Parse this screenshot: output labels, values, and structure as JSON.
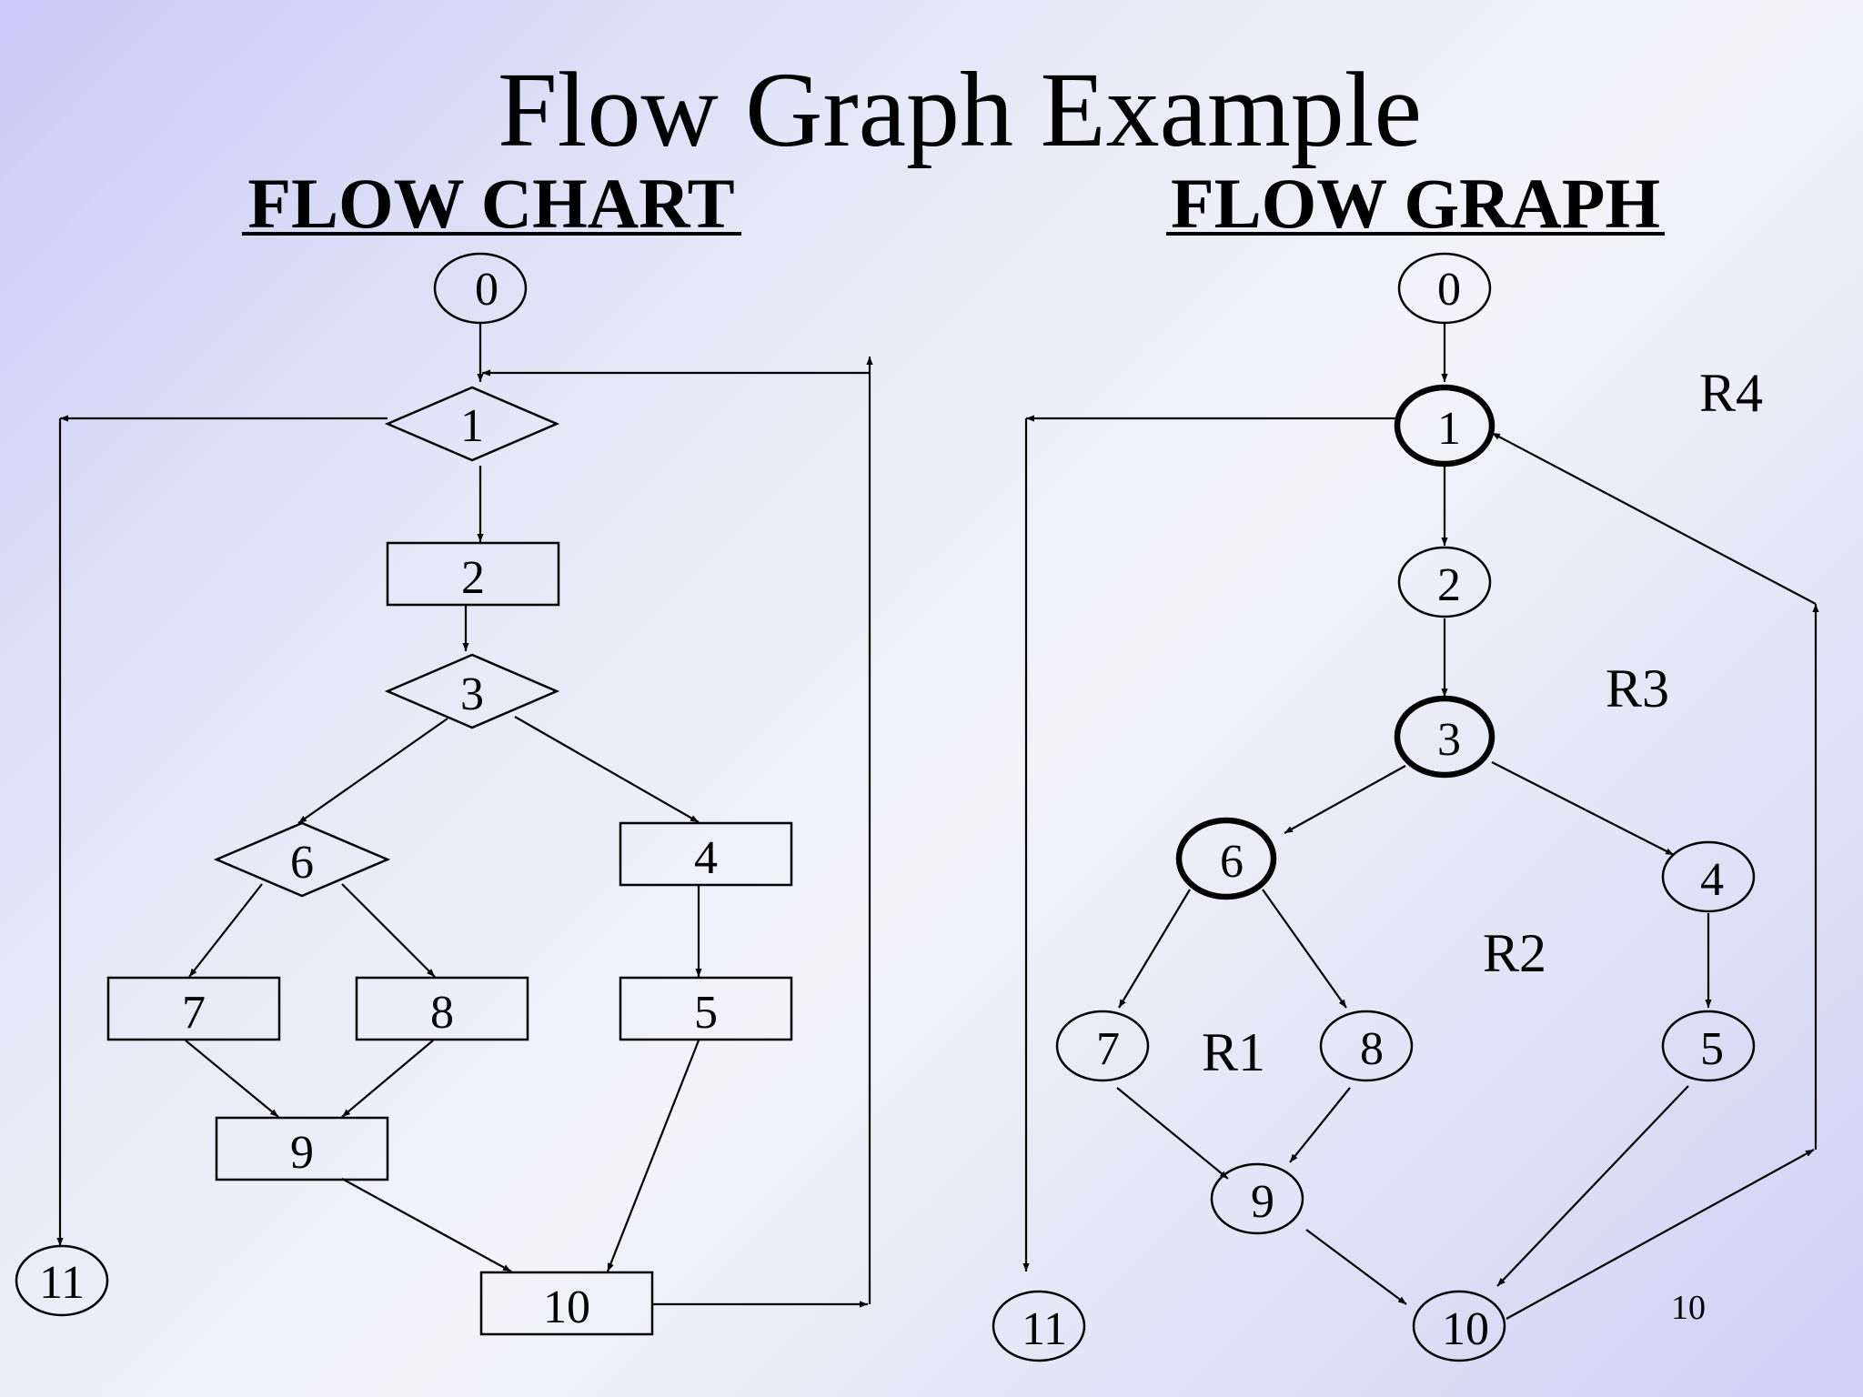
{
  "title": "Flow Graph Example",
  "flow_chart": {
    "heading": "FLOW CHART",
    "nodes": {
      "n0": "0",
      "n1": "1",
      "n2": "2",
      "n3": "3",
      "n4": "4",
      "n5": "5",
      "n6": "6",
      "n7": "7",
      "n8": "8",
      "n9": "9",
      "n10": "10",
      "n11": "11"
    }
  },
  "flow_graph": {
    "heading": "FLOW GRAPH",
    "nodes": {
      "n0": "0",
      "n1": "1",
      "n2": "2",
      "n3": "3",
      "n4": "4",
      "n5": "5",
      "n6": "6",
      "n7": "7",
      "n8": "8",
      "n9": "9",
      "n10": "10",
      "n11": "11"
    },
    "bold_nodes": [
      "1",
      "3",
      "6"
    ],
    "regions": {
      "r1": "R1",
      "r2": "R2",
      "r3": "R3",
      "r4": "R4"
    }
  },
  "page_number": "10"
}
